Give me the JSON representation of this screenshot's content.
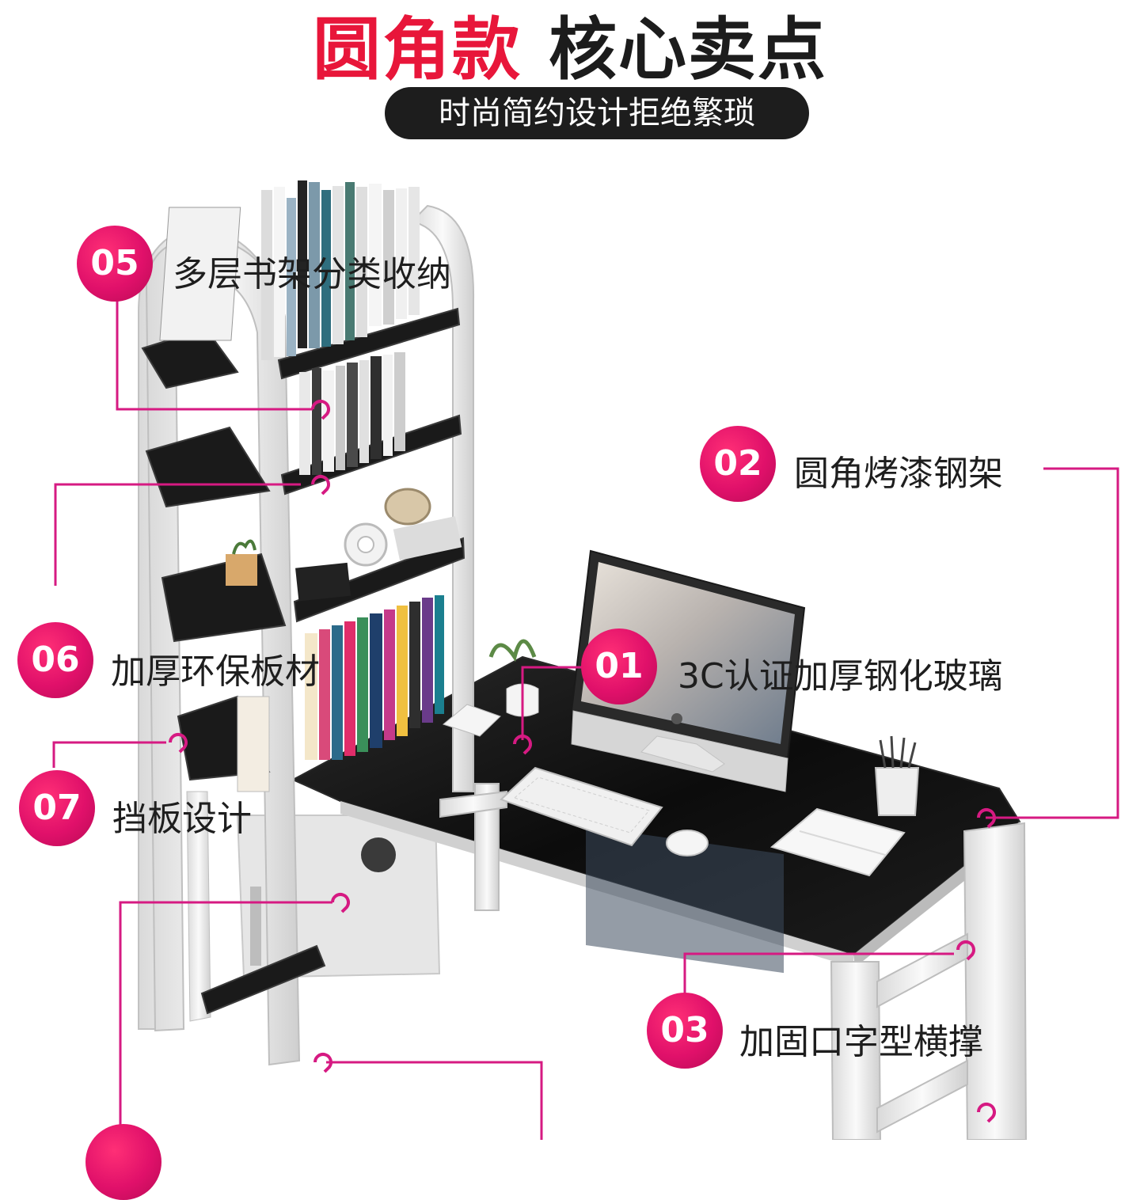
{
  "header": {
    "title_red": "圆角款",
    "title_dark": "核心卖点",
    "subtitle": "时尚简约设计拒绝繁琐"
  },
  "features": [
    {
      "number": "01",
      "label": "3C认证加厚钢化玻璃"
    },
    {
      "number": "02",
      "label": "圆角烤漆钢架"
    },
    {
      "number": "03",
      "label": "加固口字型横撑"
    },
    {
      "number": "05",
      "label": "多层书架分类收纳"
    },
    {
      "number": "06",
      "label": "加厚环保板材"
    },
    {
      "number": "07",
      "label": "挡板设计"
    }
  ],
  "colors": {
    "accent_red": "#e8163a",
    "badge_pink": "#e0106a",
    "callout_line": "#d61a82",
    "frame_white": "#eeeeee",
    "glass_black": "#141414"
  }
}
